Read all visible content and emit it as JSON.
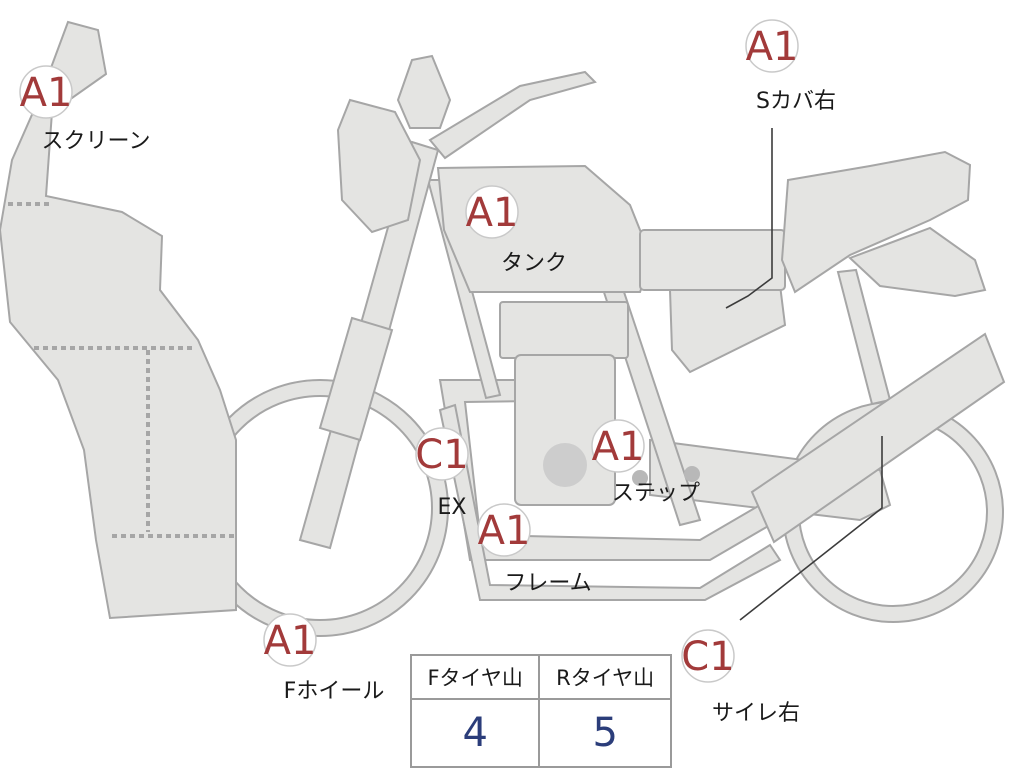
{
  "colors": {
    "badge": "#a23a3a",
    "value": "#2b3d7a",
    "part_fill": "#e4e4e2",
    "part_stroke": "#a6a6a6"
  },
  "parts": [
    {
      "id": "screen",
      "code": "A1",
      "label": "スクリーン"
    },
    {
      "id": "side-cover",
      "code": "A1",
      "label": "Sカバ右"
    },
    {
      "id": "tank",
      "code": "A1",
      "label": "タンク"
    },
    {
      "id": "exhaust",
      "code": "C1",
      "label": "EX"
    },
    {
      "id": "step",
      "code": "A1",
      "label": "ステップ"
    },
    {
      "id": "frame",
      "code": "A1",
      "label": "フレーム"
    },
    {
      "id": "front-wheel",
      "code": "A1",
      "label": "Fホイール"
    },
    {
      "id": "silencer",
      "code": "C1",
      "label": "サイレ右"
    }
  ],
  "tread": {
    "front_label": "Fタイヤ山",
    "rear_label": "Rタイヤ山",
    "front_value": "4",
    "rear_value": "5"
  }
}
